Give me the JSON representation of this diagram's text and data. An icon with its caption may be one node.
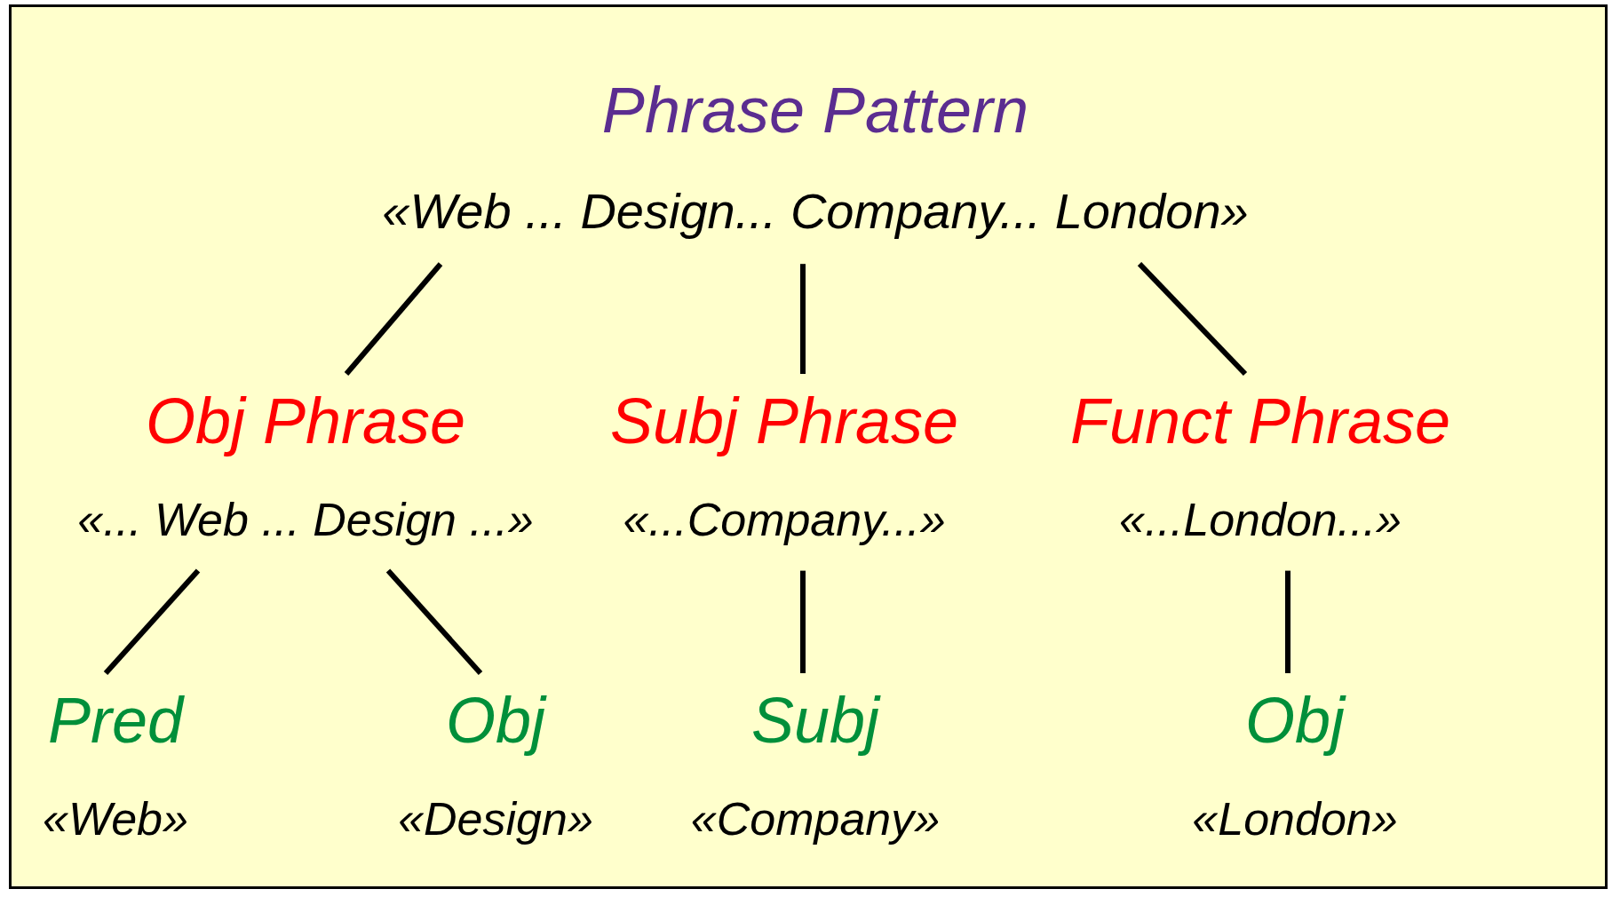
{
  "diagram": {
    "nodes": [
      {
        "text": [
          "Phrase Pattern",
          "«Web ... Design... Company... London»"
        ]
      },
      {
        "text": [
          "Obj Phrase",
          "«... Web ... Design ...»"
        ]
      },
      {
        "text": [
          "Subj Phrase",
          "«...Company...»"
        ]
      },
      {
        "text": [
          "Funct Phrase",
          "«...London...»"
        ]
      },
      {
        "text": [
          "Pred",
          "«Web»"
        ]
      },
      {
        "text": [
          "Obj",
          "«Design»"
        ]
      },
      {
        "text": [
          "Subj",
          "«Company»"
        ]
      },
      {
        "text": [
          "Obj",
          "«London»"
        ]
      }
    ],
    "edges": [
      {
        "from": 0,
        "to": 1,
        "arrow": "none"
      },
      {
        "from": 0,
        "to": 2,
        "arrow": "none"
      },
      {
        "from": 0,
        "to": 3,
        "arrow": "none"
      },
      {
        "from": 1,
        "to": 4,
        "arrow": "none"
      },
      {
        "from": 1,
        "to": 5,
        "arrow": "none"
      },
      {
        "from": 2,
        "to": 6,
        "arrow": "none"
      },
      {
        "from": 3,
        "to": 7,
        "arrow": "none"
      }
    ]
  }
}
